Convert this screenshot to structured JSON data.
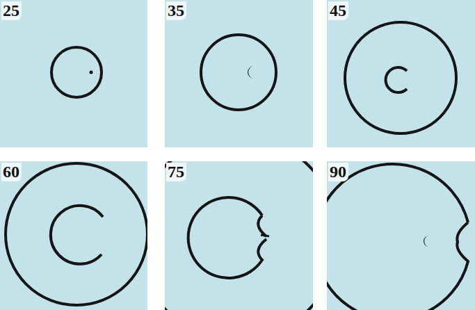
{
  "diagram": {
    "labels": [
      "25",
      "35",
      "45",
      "60",
      "75",
      "90"
    ]
  }
}
